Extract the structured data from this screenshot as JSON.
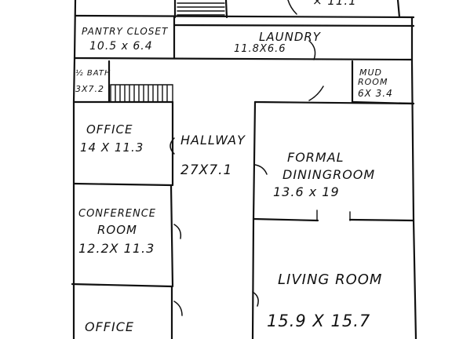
{
  "diagram": {
    "rooms": [
      {
        "id": "top-room",
        "name": "",
        "dims": "× 11.1"
      },
      {
        "id": "pantry",
        "name": "PANTRY CLOSET",
        "dims": "10.5 x 6.4"
      },
      {
        "id": "laundry",
        "name": "LAUNDRY",
        "dims": "11.8X6.6"
      },
      {
        "id": "half-bath",
        "name": "½ BATH",
        "dims": "3X7.2"
      },
      {
        "id": "mud-room",
        "name": "MUD ROOM",
        "dims": "6X 3.4"
      },
      {
        "id": "office-1",
        "name": "OFFICE",
        "dims": "14 X 11.3"
      },
      {
        "id": "hallway",
        "name": "HALLWAY",
        "dims": "27X7.1"
      },
      {
        "id": "dining-room",
        "name": "FORMAL DININGROOM",
        "dims": "13.6 x 19"
      },
      {
        "id": "conference-room",
        "name": "CONFERENCE ROOM",
        "dims": "12.2X 11.3"
      },
      {
        "id": "living-room",
        "name": "LIVING ROOM",
        "dims": "15.9 X 15.7"
      },
      {
        "id": "office-2",
        "name": "OFFICE",
        "dims": ""
      }
    ],
    "labels": {
      "top_dims": "× 11.1",
      "pantry_line1": "PANTRY CLOSET",
      "pantry_line2": "10.5 x 6.4",
      "laundry_line1": "LAUNDRY",
      "laundry_line2": "11.8X6.6",
      "bath_line1": "½ BATH",
      "bath_line2": "3X7.2",
      "mud_line1": "MUD",
      "mud_line2": "ROOM",
      "mud_line3": "6X 3.4",
      "office1_line1": "OFFICE",
      "office1_line2": "14 X 11.3",
      "hallway_line1": "HALLWAY",
      "hallway_line2": "27X7.1",
      "dining_line1": "FORMAL",
      "dining_line2": "DININGROOM",
      "dining_line3": "13.6 x 19",
      "conf_line1": "CONFERENCE",
      "conf_line2": "ROOM",
      "conf_line3": "12.2X 11.3",
      "living_line1": "LIVING ROOM",
      "living_line2": "15.9 X 15.7",
      "office2_line1": "OFFICE"
    },
    "colors": {
      "ink": "#111111",
      "paper": "#ffffff"
    }
  }
}
